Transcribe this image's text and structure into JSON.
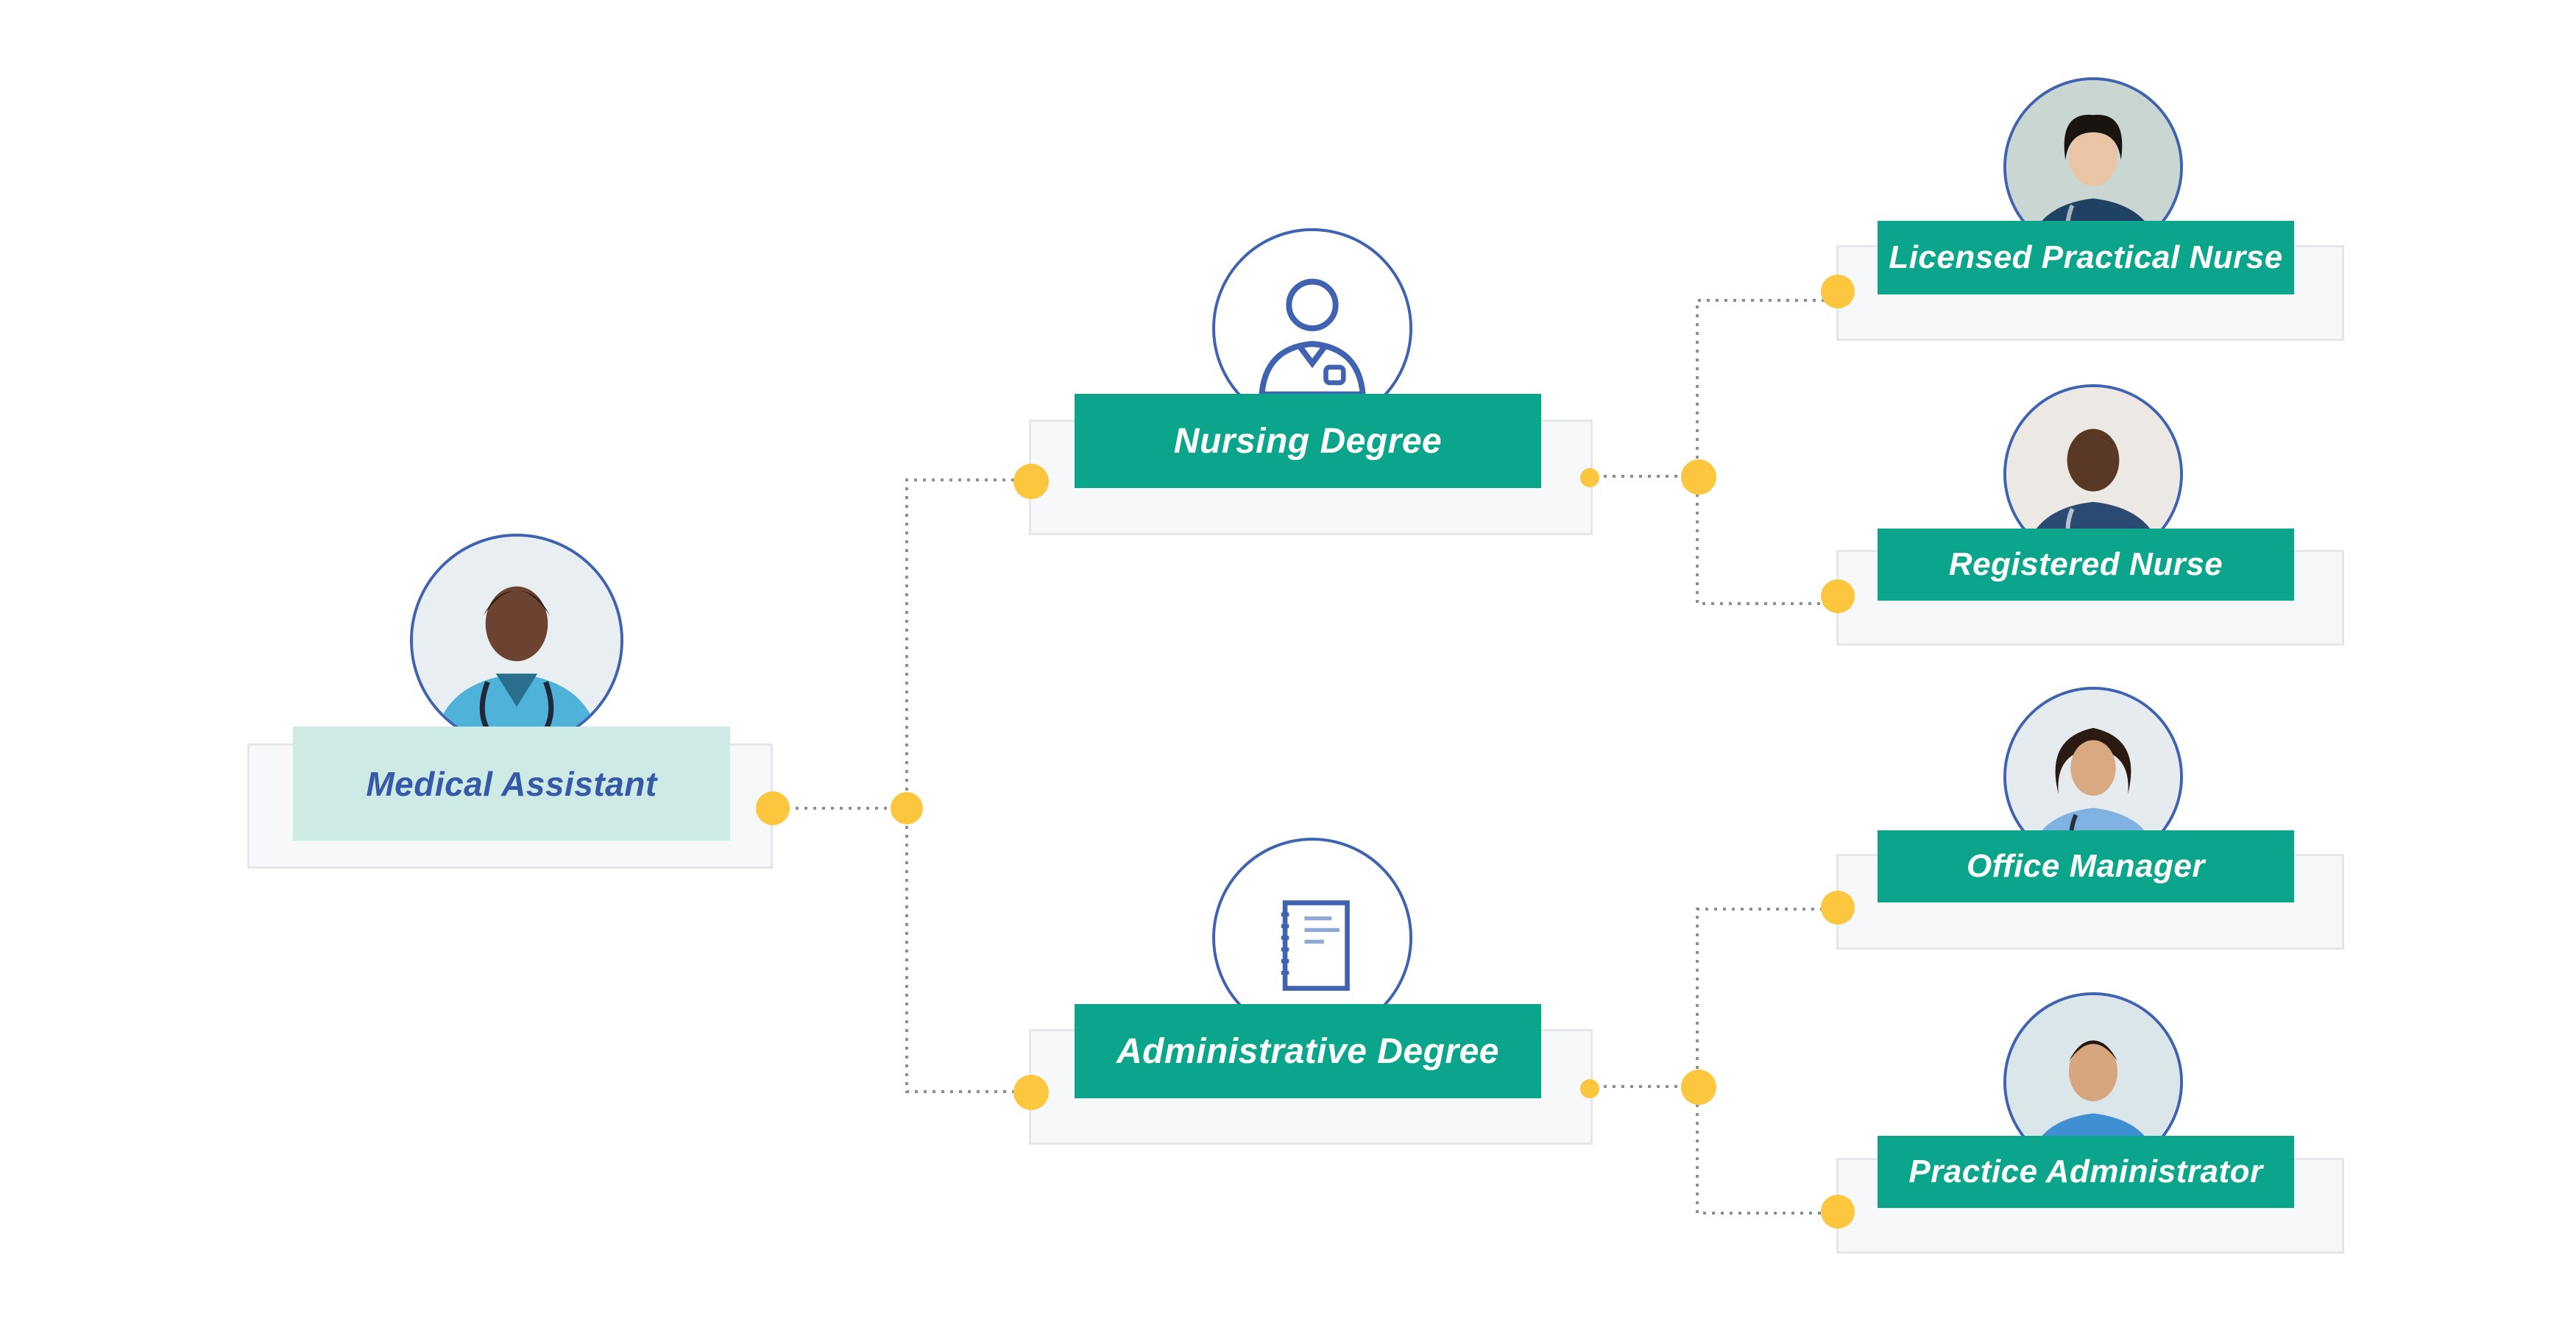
{
  "nodes": {
    "medical_assistant": "Medical Assistant",
    "nursing_degree": "Nursing Degree",
    "administrative_degree": "Administrative Degree",
    "licensed_practical_nurse": "Licensed Practical Nurse",
    "registered_nurse": "Registered Nurse",
    "office_manager": "Office Manager",
    "practice_administrator": "Practice Administrator"
  },
  "icons": {
    "nursing_degree": "nurse-icon",
    "administrative_degree": "notebook-icon"
  },
  "colors": {
    "teal": "#0aa58a",
    "mint": "#cdeae5",
    "blue": "#3f63b0",
    "connector_dot": "#fcc63f",
    "card_background": "#f7f8fa"
  }
}
